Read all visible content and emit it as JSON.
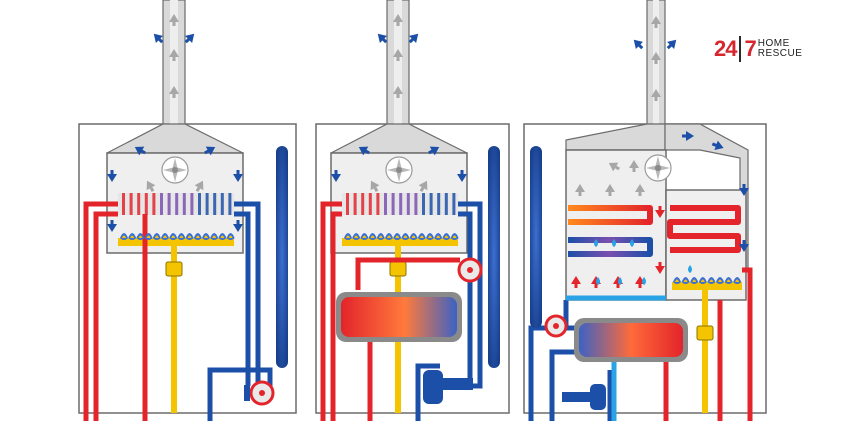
{
  "logo": {
    "left_number": "24",
    "right_number": "7",
    "word_top": "HOME",
    "word_bottom": "RESCUE"
  },
  "colors": {
    "hot": "#e3242b",
    "cold": "#1c4fa8",
    "cold_light": "#29a3e6",
    "gas": "#f5c400",
    "flue": "#d9d9d9",
    "flue_arrow": "#a7a7a7",
    "outline": "#6b6b6b",
    "panel": "#f2f2f2",
    "flame": "#3b6fd8",
    "flame_core": "#f7c300",
    "exchanger": "#e8e8e8"
  },
  "diagrams": [
    {
      "id": "combi-boiler",
      "icons": [
        "flue-pipe",
        "fan-icon",
        "heat-exchanger",
        "burner",
        "gas-valve",
        "expansion-vessel",
        "pump-icon"
      ]
    },
    {
      "id": "system-boiler",
      "icons": [
        "flue-pipe",
        "fan-icon",
        "heat-exchanger",
        "burner",
        "gas-valve",
        "expansion-vessel",
        "pump-icon",
        "plate-heat-exchanger",
        "diverter-valve"
      ]
    },
    {
      "id": "condensing-boiler",
      "icons": [
        "flue-pipe",
        "fan-icon",
        "primary-exchanger",
        "secondary-exchanger",
        "burner",
        "gas-valve",
        "expansion-vessel",
        "pump-icon",
        "plate-heat-exchanger",
        "diverter-valve",
        "condensate-drops"
      ]
    }
  ]
}
